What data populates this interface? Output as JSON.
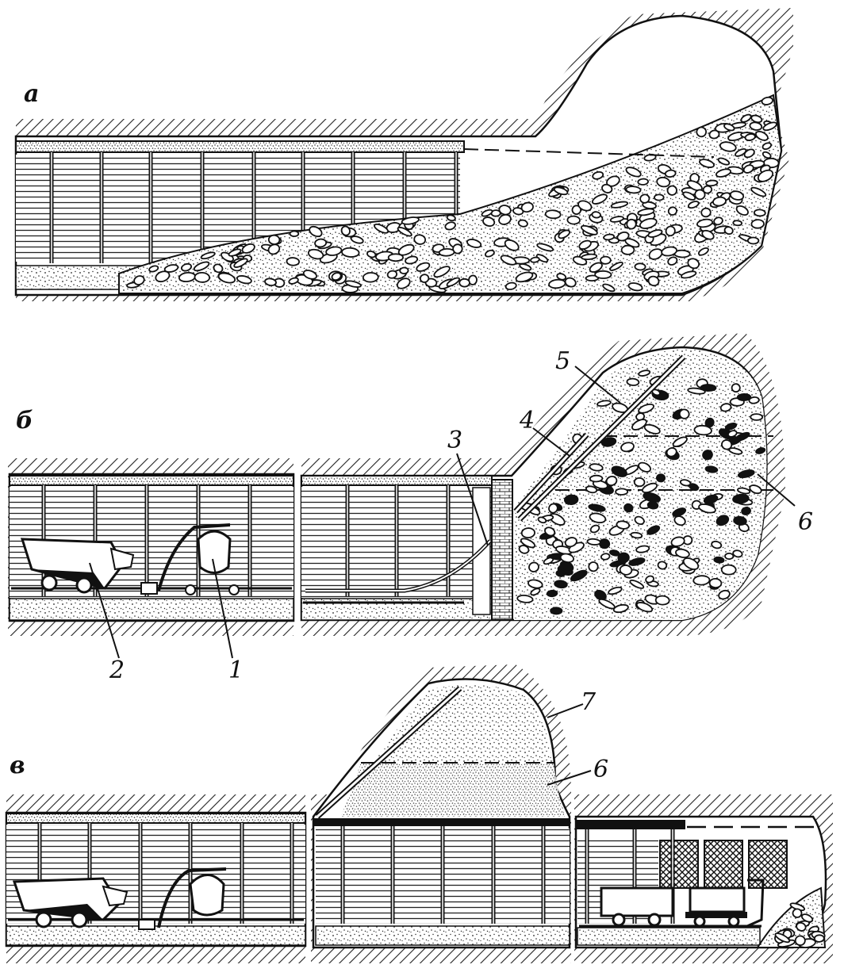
{
  "panels": {
    "a": {
      "letter": "а"
    },
    "b": {
      "letter": "б"
    },
    "v": {
      "letter": "в"
    }
  },
  "callouts": {
    "n1": "1",
    "n2": "2",
    "n3": "3",
    "n4": "4",
    "n5": "5",
    "n6": "6",
    "n6b": "6",
    "n7": "7"
  },
  "colors": {
    "ink": "#111111",
    "paper": "#ffffff",
    "hatch": "#222222"
  }
}
